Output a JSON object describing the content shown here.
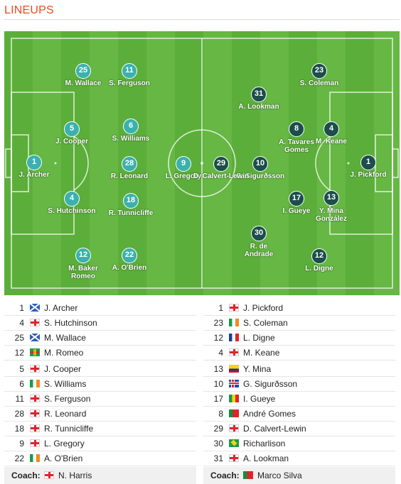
{
  "header": {
    "title": "LINEUPS"
  },
  "home_color": "#3bb1ad",
  "away_color": "#1c4e4b",
  "pitch_players": {
    "home": [
      {
        "number": "1",
        "name": "J. Archer"
      },
      {
        "number": "4",
        "name": "S. Hutchinson"
      },
      {
        "number": "25",
        "name": "M. Wallace"
      },
      {
        "number": "12",
        "name": "M. Baker Romeo"
      },
      {
        "number": "5",
        "name": "J. Cooper"
      },
      {
        "number": "6",
        "name": "S. Williams"
      },
      {
        "number": "11",
        "name": "S. Ferguson"
      },
      {
        "number": "28",
        "name": "R. Leonard"
      },
      {
        "number": "18",
        "name": "R. Tunnicliffe"
      },
      {
        "number": "9",
        "name": "L. Gregory"
      },
      {
        "number": "22",
        "name": "A. O'Brien"
      }
    ],
    "away": [
      {
        "number": "1",
        "name": "J. Pickford"
      },
      {
        "number": "23",
        "name": "S. Coleman"
      },
      {
        "number": "12",
        "name": "L. Digne"
      },
      {
        "number": "4",
        "name": "M. Keane"
      },
      {
        "number": "13",
        "name": "Y. Mina González"
      },
      {
        "number": "10",
        "name": "G. Sigurðsson"
      },
      {
        "number": "17",
        "name": "I. Gueye"
      },
      {
        "number": "8",
        "name": "A. Tavares Gomes"
      },
      {
        "number": "29",
        "name": "D. Calvert-Lewin"
      },
      {
        "number": "30",
        "name": "R. de Andrade"
      },
      {
        "number": "31",
        "name": "A. Lookman"
      }
    ]
  },
  "lineup_home": [
    {
      "number": "1",
      "flag": "sco",
      "name": "J. Archer"
    },
    {
      "number": "4",
      "flag": "eng",
      "name": "S. Hutchinson"
    },
    {
      "number": "25",
      "flag": "sco",
      "name": "M. Wallace"
    },
    {
      "number": "12",
      "flag": "gre",
      "name": "M. Romeo"
    },
    {
      "number": "5",
      "flag": "eng",
      "name": "J. Cooper"
    },
    {
      "number": "6",
      "flag": "irl",
      "name": "S. Williams"
    },
    {
      "number": "11",
      "flag": "eng",
      "name": "S. Ferguson"
    },
    {
      "number": "28",
      "flag": "eng",
      "name": "R. Leonard"
    },
    {
      "number": "18",
      "flag": "eng",
      "name": "R. Tunnicliffe"
    },
    {
      "number": "9",
      "flag": "eng",
      "name": "L. Gregory"
    },
    {
      "number": "22",
      "flag": "irl",
      "name": "A. O'Brien"
    }
  ],
  "lineup_away": [
    {
      "number": "1",
      "flag": "eng",
      "name": "J. Pickford"
    },
    {
      "number": "23",
      "flag": "irl",
      "name": "S. Coleman"
    },
    {
      "number": "12",
      "flag": "fra",
      "name": "L. Digne"
    },
    {
      "number": "4",
      "flag": "eng",
      "name": "M. Keane"
    },
    {
      "number": "13",
      "flag": "col",
      "name": "Y. Mina"
    },
    {
      "number": "10",
      "flag": "isl",
      "name": "G. Sigurðsson"
    },
    {
      "number": "17",
      "flag": "sen",
      "name": "I. Gueye"
    },
    {
      "number": "8",
      "flag": "por",
      "name": "André Gomes"
    },
    {
      "number": "29",
      "flag": "eng",
      "name": "D. Calvert-Lewin"
    },
    {
      "number": "30",
      "flag": "bra",
      "name": "Richarlison"
    },
    {
      "number": "31",
      "flag": "eng",
      "name": "A. Lookman"
    }
  ],
  "coaches": {
    "label": "Coach:",
    "home": {
      "flag": "eng",
      "name": "N. Harris"
    },
    "away": {
      "flag": "por",
      "name": "Marco Silva"
    }
  }
}
